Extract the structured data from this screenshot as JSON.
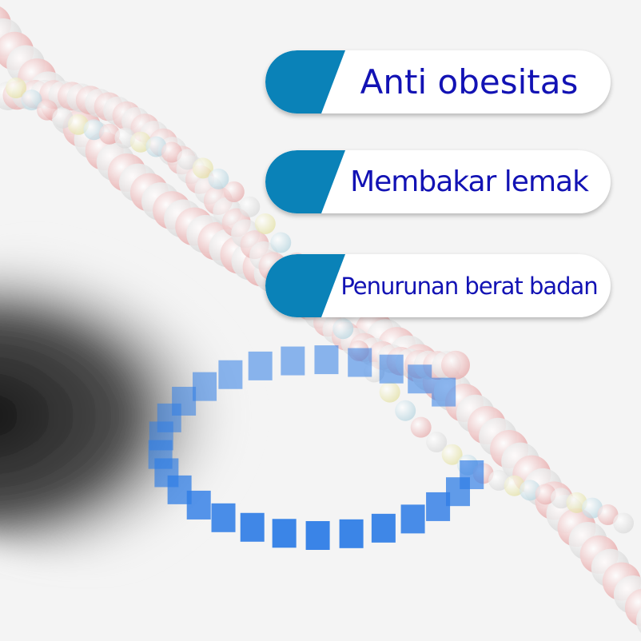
{
  "benefits": [
    {
      "label": "Anti obesitas"
    },
    {
      "label": "Membakar lemak"
    },
    {
      "label": "Penurunan berat badan"
    }
  ],
  "colors": {
    "accent": "#0a82b8",
    "text": "#1212b4",
    "cube": "#2f7de6"
  }
}
